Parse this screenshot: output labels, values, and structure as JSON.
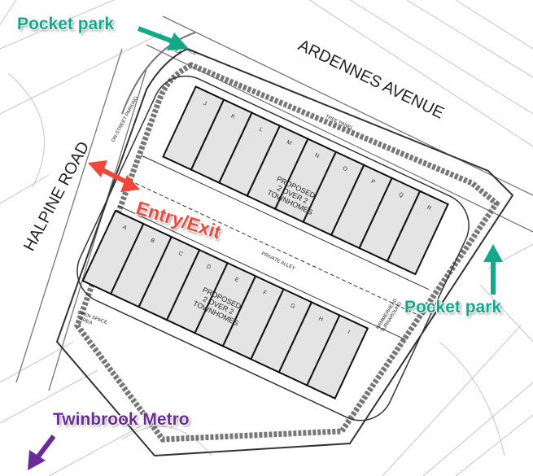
{
  "colors": {
    "park": "#12a88a",
    "entry": "#f0463c",
    "metro": "#6a2a9a",
    "building": "#e4e4e4",
    "line": "#222222",
    "bg_line": "#bbbbbb"
  },
  "annotations": {
    "pocket_park_top": "Pocket park",
    "pocket_park_right": "Pocket park",
    "entry_exit": "Entry/Exit",
    "twinbrook_metro": "Twinbrook Metro"
  },
  "streets": {
    "ardennes": "ARDENNES AVENUE",
    "halpine": "HALPINE ROAD"
  },
  "plan_labels": {
    "private_alley": "PRIVATE ALLEY",
    "proposed_top": [
      "PROPOSED",
      "2 OVER 2",
      "TOWNHOMES"
    ],
    "proposed_bottom": [
      "PROPOSED",
      "2 OVER 2",
      "TOWNHOMES"
    ],
    "open_space_top": [
      "OPEN SPACE",
      "AREA"
    ],
    "open_space_bottom": [
      "OPEN SPACE",
      "AREA"
    ],
    "tree_panel": "TREE PANEL",
    "on_street_parking": "ON-STREET PARKING",
    "hammerhead": [
      "HAMMERHEAD",
      "TURNAROUND"
    ]
  },
  "buildings": {
    "top_row": [
      "J",
      "K",
      "L",
      "M",
      "N",
      "O",
      "P",
      "Q",
      "R"
    ],
    "bottom_row": [
      "A",
      "B",
      "C",
      "D",
      "E",
      "F",
      "G",
      "H",
      "I"
    ]
  }
}
